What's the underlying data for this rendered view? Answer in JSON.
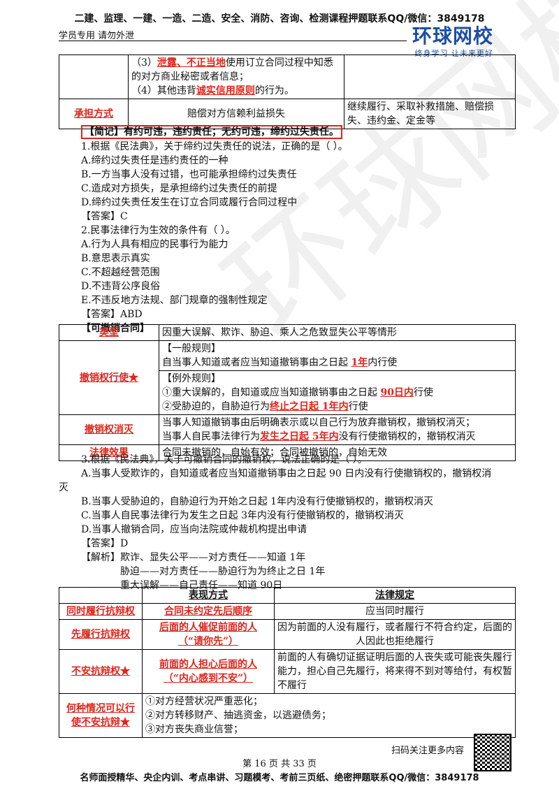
{
  "header": {
    "top": "二建、监理、一建、一造、二造、安全、消防、咨询、检测课程押题联系QQ/微信：3849178",
    "left": "学员专用 请勿外泄",
    "logo_main": "环球网校",
    "logo_sub": "终身学习 让未来更好"
  },
  "watermark": "环球网校",
  "table1": {
    "row1_prefix3": "（3）",
    "row1_red3": "泄露、不正当地",
    "row1_rest3": "使用订立合同过程中知悉的对方商业秘密或者信息；",
    "row1_prefix4": "（4）其他违背",
    "row1_red4": "诚实信用原则",
    "row1_rest4": "的行为。",
    "row2_label": "承担方式",
    "row2_mid": "赔偿对方信赖利益损失",
    "row2_right": "继续履行、采取补救措施、赔偿损失、违约金、定金等"
  },
  "note": {
    "label": "【简记】",
    "text": "有约可违，违约责任；无约可违，缔约过失责任。"
  },
  "q1": {
    "stem": "1.根据《民法典》，关于缔约过失责任的说法，正确的是（    ）。",
    "a": "A.缔约过失责任是违约责任的一种",
    "b": "B.一方当事人没有过错，也可能承担缔约过失责任",
    "c": "C.造成对方损失，是承担缔约过失责任的前提",
    "d": "D.缔约过失责任发生在订立合同或履行合同过程中",
    "answer": "【答案】C"
  },
  "q2": {
    "stem": "2.民事法律行为生效的条件有（    ）。",
    "a": "A.行为人具有相应的民事行为能力",
    "b": "B.意思表示真实",
    "c": "C.不超越经营范围",
    "d": "D.不违背公序良俗",
    "e": "E.不违反地方法规、部门规章的强制性规定",
    "answer": "【答案】ABD"
  },
  "section2": "【可撤销合同】",
  "table2": {
    "type_label": "类型",
    "type_text": "因重大误解、欺诈、胁迫、乘人之危致显失公平等情形",
    "exercise_label": "撤销权行使★",
    "general_rule": "【一般规则】",
    "general_text_a": "自当事人知道或者应当知道撤销事由之日起 ",
    "general_text_red": "1年",
    "general_text_b": "内行使",
    "exception_rule": "【例外规则】",
    "exc1_a": "①重大误解的，自知道或应当知道撤销事由之日起 ",
    "exc1_red": "90日内",
    "exc1_b": "行使",
    "exc2_a": "②受胁迫的，自胁迫行为",
    "exc2_red": "终止之日起 1年内",
    "exc2_b": "行使",
    "extinct_label": "撤销权消灭",
    "ext1": "当事人知道撤销事由后明确表示或以自己行为放弃撤销权，撤销权消灭；",
    "ext2_a": "当事人自民事法律行为",
    "ext2_red": "发生之日起 5年内",
    "ext2_b": "没有行使撤销权的，撤销权消灭",
    "effect_label": "法律效果",
    "effect_text": "合同未撤销的，自始有效；合同被撤销的，自始无效"
  },
  "q3": {
    "stem": "3.根据《民法典》，关于可撤销合同的撤销权，说法正确的是（    ）。",
    "a1": "A.当事人受欺诈的，自知道或者应当知道撤销事由之日起 90 日内没有行使撤销权的，撤销权消",
    "a2": "灭",
    "b": "B.当事人受胁迫的，自胁迫行为开始之日起 1年内没有行使撤销权的，撤销权消灭",
    "c": "C.当事人自民事法律行为发生之日起 3年内没有行使撤销权的，撤销权消灭",
    "d": "D.当事人撤销合同，应当向法院或仲裁机构提出申请",
    "answer": "【答案】D",
    "analysis1": "【解析】欺诈、显失公平——对方责任——知道 1年",
    "analysis2": "胁迫——对方责任——胁迫行为为终止之日 1年",
    "analysis3": "重大误解——自己责任——知道 90日"
  },
  "table3": {
    "h_col2": "表现方式",
    "h_col3": "法律规定",
    "r1_label": "同时履行抗辩权",
    "r1_mid": "合同未约定先后顺序",
    "r1_right": "应当同时履行",
    "r2_label": "先履行抗辩权",
    "r2_mid1": "后面的人催促前面的人",
    "r2_mid2": "（“请你先”）",
    "r2_right": "因为前面的人没有履行，或者履行不符合约定，后面的人因此也拒绝履行",
    "r3_label": "不安抗辩权★",
    "r3_mid1": "前面的人担心后面的人",
    "r3_mid2": "（“内心感到不安”）",
    "r3_right": "前面的人有确切证据证明后面的人丧失或可能丧失履行能力，担心自己先履行，将来得不到对等给付，有权暂不履行",
    "r4_label1": "何种情况可以行",
    "r4_label2": "使不安抗辩★",
    "r4_1": "①对方经营状况严重恶化；",
    "r4_2": "②对方转移财产、抽逃资金，以逃避债务；",
    "r4_3": "③对方丧失商业信誉；"
  },
  "footer": {
    "qr_text": "扫码关注更多内容",
    "page": "第 16 页 共 33 页",
    "bottom": "名师面授精华、央企内训、考点串讲、习题模考、考前三页纸、绝密押题联系QQ/微信：3849178"
  }
}
